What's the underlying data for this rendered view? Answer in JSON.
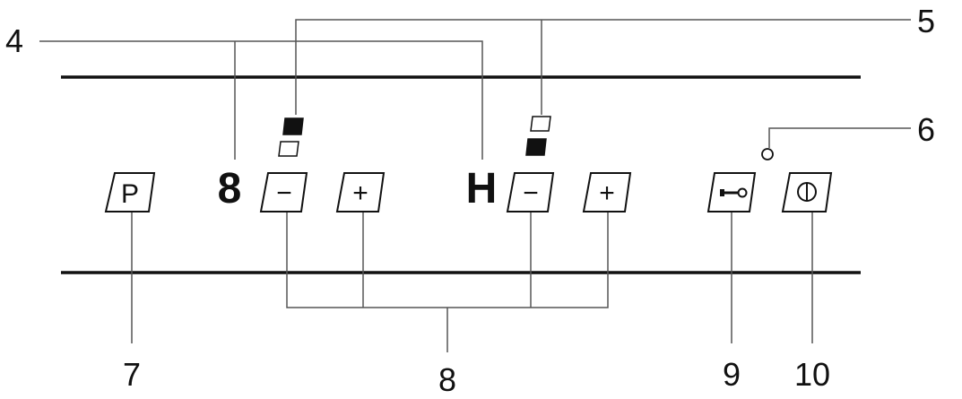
{
  "callouts": {
    "c4": "4",
    "c5": "5",
    "c6": "6",
    "c7": "7",
    "c8": "8",
    "c9": "9",
    "c10": "10"
  },
  "keys": {
    "p_label": "P",
    "minus_label": "−",
    "plus_label": "+"
  },
  "displays": {
    "left": "8",
    "right": "H"
  },
  "icons": {
    "lock": "key-icon",
    "power": "power-icon"
  },
  "colors": {
    "ink": "#111111",
    "leader": "#555555",
    "background": "#ffffff"
  }
}
